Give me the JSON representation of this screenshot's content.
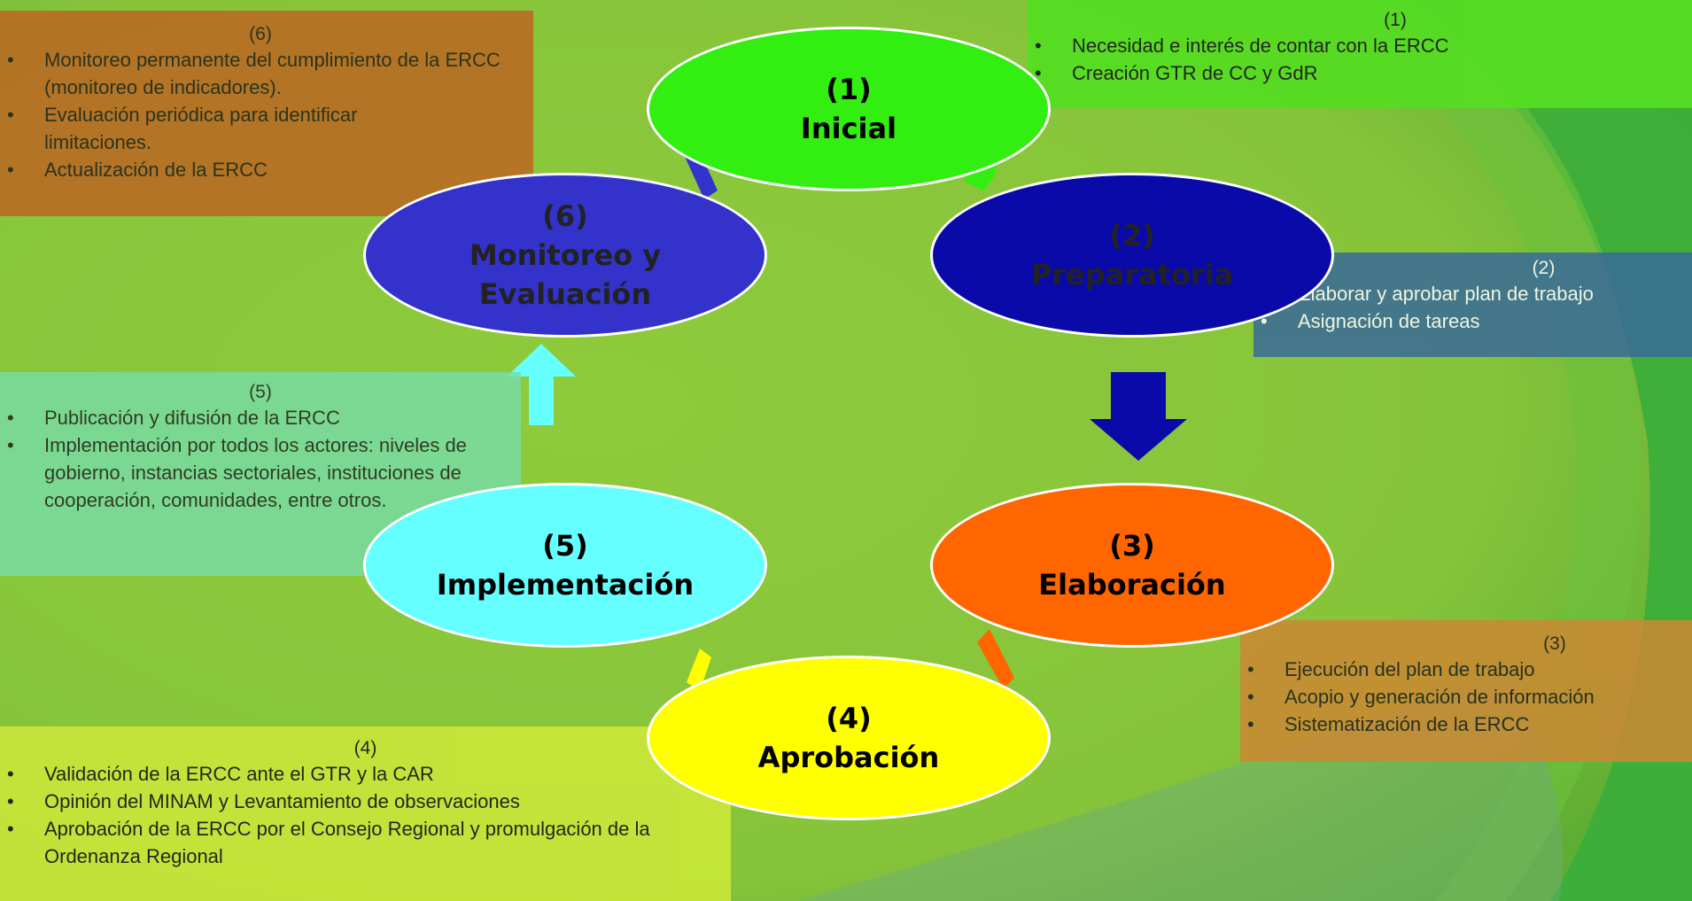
{
  "colors": {
    "background": "#8cc63f",
    "stage1": "#33ee11",
    "stage2": "#0a0aa8",
    "stage3": "#ff6600",
    "stage4": "#ffff00",
    "stage5": "#66ffff",
    "stage6": "#3333cc",
    "note1": "#55dd22",
    "note2": "#3a6a99",
    "note3": "#cc8833",
    "note4": "#c9e63a",
    "note5": "#77ddaa",
    "note6": "#bb6622"
  },
  "stages": [
    {
      "num": "(1)",
      "title": "Inicial"
    },
    {
      "num": "(2)",
      "title": "Preparatoria"
    },
    {
      "num": "(3)",
      "title": "Elaboración"
    },
    {
      "num": "(4)",
      "title": "Aprobación"
    },
    {
      "num": "(5)",
      "title": "Implementación"
    },
    {
      "num": "(6)",
      "title_line1": "Monitoreo y",
      "title_line2": "Evaluación"
    }
  ],
  "notes": {
    "n1": {
      "num": "(1)",
      "items": [
        "Necesidad e interés de contar con la ERCC",
        "Creación GTR de CC y GdR"
      ]
    },
    "n2": {
      "num": "(2)",
      "items": [
        "Elaborar y aprobar plan de trabajo",
        "Asignación de tareas"
      ]
    },
    "n3": {
      "num": "(3)",
      "items": [
        "Ejecución del plan de trabajo",
        "Acopio y generación de información",
        "Sistematización de la ERCC"
      ]
    },
    "n4": {
      "num": "(4)",
      "items": [
        "Validación de la ERCC ante el GTR y la CAR",
        "Opinión del MINAM y Levantamiento de observaciones",
        "Aprobación de la ERCC por el Consejo Regional y promulgación de la Ordenanza Regional"
      ]
    },
    "n5": {
      "num": "(5)",
      "items": [
        "Publicación y difusión de la ERCC",
        "Implementación por todos los actores: niveles de gobierno, instancias sectoriales, instituciones de cooperación, comunidades, entre otros."
      ]
    },
    "n6": {
      "num": "(6)",
      "items": [
        "Monitoreo permanente del cumplimiento de la ERCC (monitoreo de indicadores).",
        "Evaluación periódica para identificar limitaciones.",
        "Actualización de la ERCC"
      ]
    }
  }
}
